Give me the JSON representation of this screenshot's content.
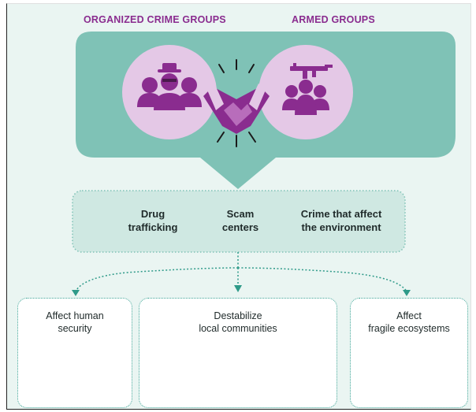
{
  "headers": {
    "left": "ORGANIZED CRIME GROUPS",
    "right": "ARMED GROUPS"
  },
  "activities": {
    "drug": [
      "Drug",
      "trafficking"
    ],
    "scam": [
      "Scam",
      "centers"
    ],
    "environment": [
      "Crime that affect",
      "the environment"
    ]
  },
  "impacts": {
    "human": [
      "Affect human",
      "security"
    ],
    "communities": [
      "Destabilize",
      "local communities"
    ],
    "ecosystems": [
      "Affect",
      "fragile ecosystems"
    ]
  },
  "colors": {
    "teal_panel": "#7fc2b6",
    "teal_band": "#cfe8e2",
    "purple": "#8a2c8f",
    "circle": "#e4c8e6",
    "background": "#eaf5f2"
  },
  "icons": {
    "left_circle": "spy-group-icon",
    "center": "handshake-icon",
    "right_circle": "armed-group-rifle-icon",
    "human": "people-in-hand-icon",
    "communities": "lightning-group-icon",
    "ecosystems": "globe-leaf-icon"
  }
}
